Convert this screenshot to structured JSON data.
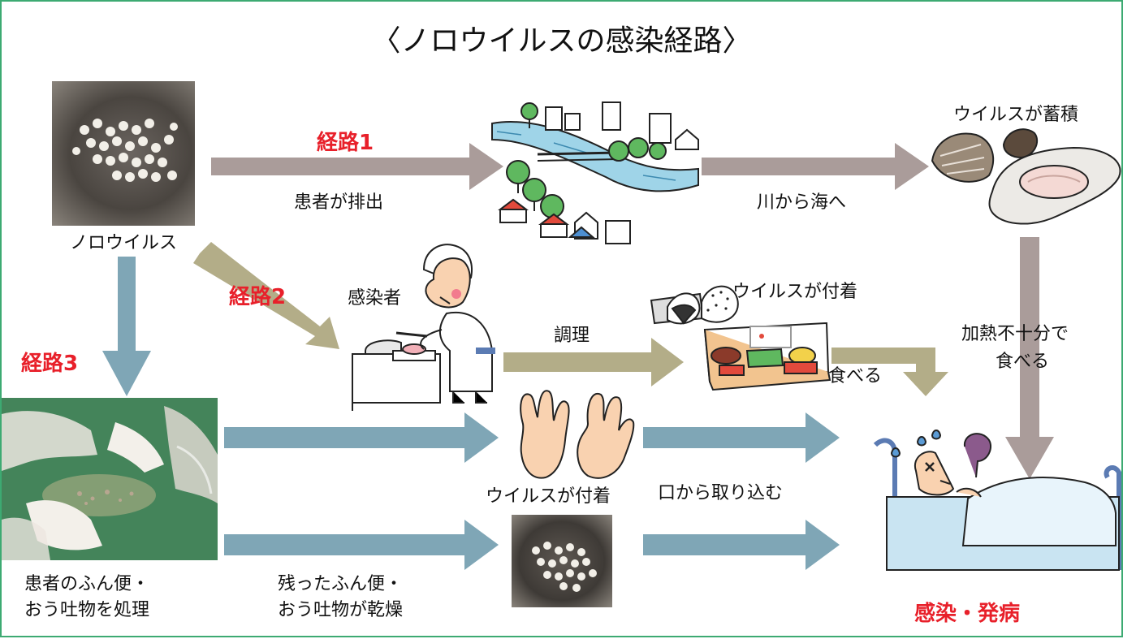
{
  "title": "〈ノロウイルスの感染経路〉",
  "colors": {
    "border": "#3daa72",
    "route1": "#aa9c9a",
    "route2": "#b3ad88",
    "route3": "#7fa6b6",
    "label_red": "#e8202a"
  },
  "routes": {
    "r1": "経路1",
    "r2": "経路2",
    "r3": "経路3"
  },
  "labels": {
    "norovirus": "ノロウイルス",
    "patient_excretes": "患者が排出",
    "river_to_sea": "川から海へ",
    "virus_accumulates": "ウイルスが蓄積",
    "infected_person": "感染者",
    "cooking": "調理",
    "virus_attaches_food": "ウイルスが付着",
    "eat": "食べる",
    "eat_undercooked_1": "加熱不十分で",
    "eat_undercooked_2": "食べる",
    "virus_attaches_hands": "ウイルスが付着",
    "ingest_by_mouth": "口から取り込む",
    "handle_waste_1": "患者のふん便・",
    "handle_waste_2": "おう吐物を処理",
    "dried_waste_1": "残ったふん便・",
    "dried_waste_2": "おう吐物が乾燥",
    "outcome": "感染・発病"
  }
}
